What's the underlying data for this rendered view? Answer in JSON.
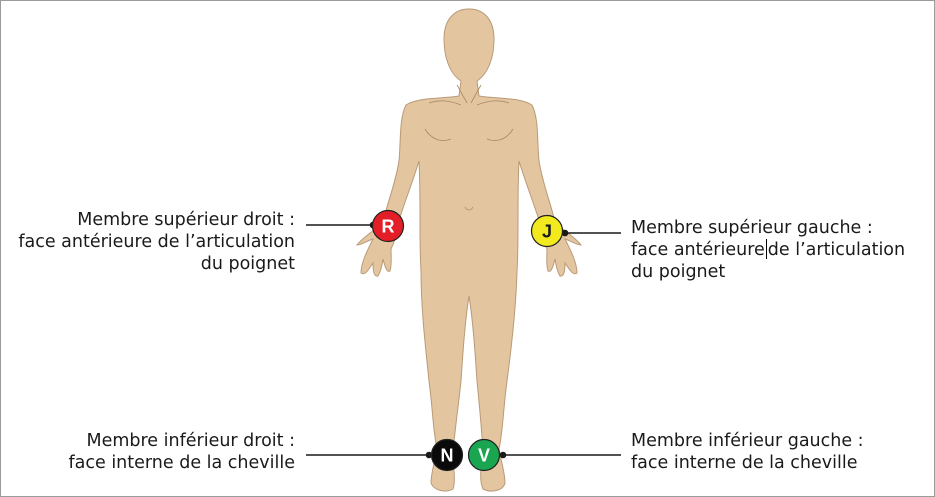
{
  "electrodes": [
    {
      "letter": "R",
      "color": "#e41e26",
      "text_color": "#ffffff",
      "label_lines": [
        "Membre supérieur droit :",
        "face antérieure de l’articulation",
        "du poignet"
      ]
    },
    {
      "letter": "J",
      "color": "#f2ea1f",
      "text_color": "#1a1a1a",
      "label_lines": [
        "Membre supérieur gauche :",
        "face antérieure",
        "de l’articulation",
        "du poignet"
      ]
    },
    {
      "letter": "N",
      "color": "#0a0a0a",
      "text_color": "#ffffff",
      "label_lines": [
        "Membre inférieur droit :",
        "face interne de la cheville"
      ]
    },
    {
      "letter": "V",
      "color": "#1aa650",
      "text_color": "#ffffff",
      "label_lines": [
        "Membre inférieur gauche :",
        "face interne de la cheville"
      ]
    }
  ],
  "colors": {
    "skin": "#e3c6a0",
    "skin_outline": "#b99a78",
    "line": "#1a1a1a"
  }
}
